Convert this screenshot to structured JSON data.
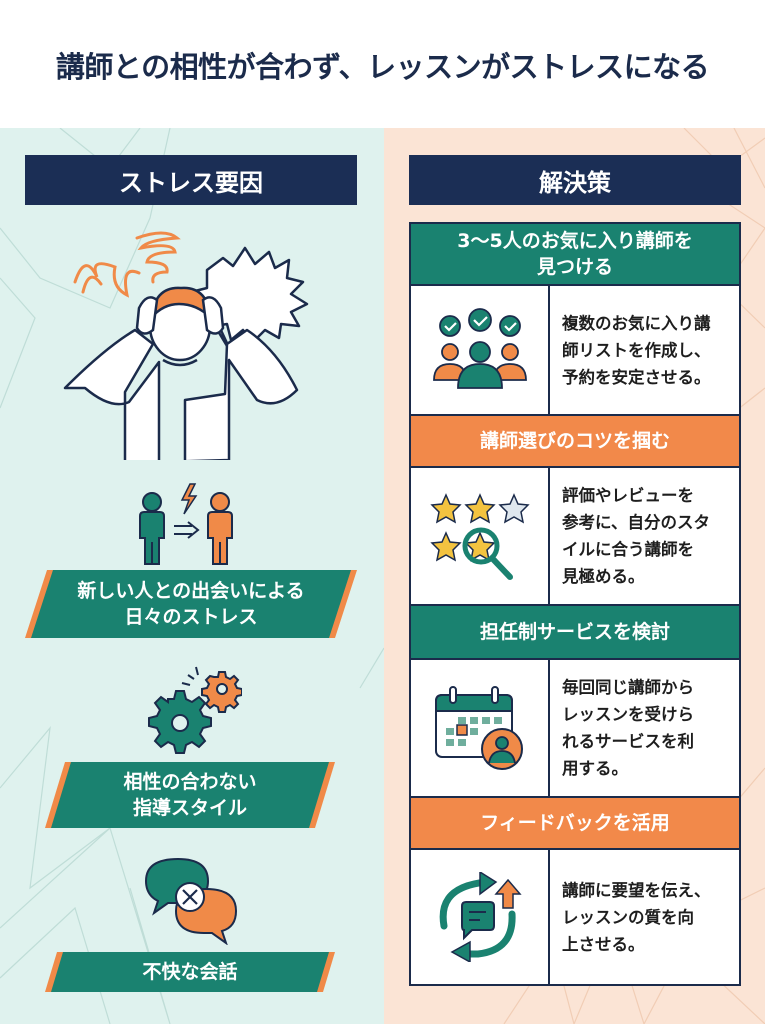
{
  "title": "講師との相性が合わず、レッスンがストレスになる",
  "colors": {
    "navy": "#1b2e55",
    "teal": "#1a8270",
    "orange": "#f2894a",
    "left_bg": "#dff2ee",
    "right_bg": "#fbe4d5"
  },
  "stress": {
    "header": "ストレス要因",
    "hero_icons": [
      "stressed-person-icon",
      "spiky-speech-bubble-icon",
      "scribble-icon"
    ],
    "items": [
      {
        "label_line1": "新しい人との出会いによる",
        "label_line2": "日々のストレス",
        "icon": "people-exchange-icon"
      },
      {
        "label_line1": "相性の合わない",
        "label_line2": "指導スタイル",
        "icon": "mismatched-gears-icon"
      },
      {
        "label_line1": "不快な会話",
        "icon": "conflict-chat-icon"
      }
    ]
  },
  "solutions": {
    "header": "解決策",
    "items": [
      {
        "title_line1": "3〜5人のお気に入り講師を",
        "title_line2": "見つける",
        "text": [
          "複数のお気に入り講",
          "師リストを作成し、",
          "予約を安定させる。"
        ],
        "icon": "group-approved-icon"
      },
      {
        "title_line1": "講師選びのコツを掴む",
        "text": [
          "評価やレビューを",
          "参考に、自分のスタ",
          "イルに合う講師を",
          "見極める。"
        ],
        "icon": "star-rating-search-icon"
      },
      {
        "title_line1": "担任制サービスを検討",
        "text": [
          "毎回同じ講師から",
          "レッスンを受けら",
          "れるサービスを利",
          "用する。"
        ],
        "icon": "calendar-person-icon"
      },
      {
        "title_line1": "フィードバックを活用",
        "text": [
          "講師に要望を伝え、",
          "レッスンの質を向",
          "上させる。"
        ],
        "icon": "feedback-cycle-icon"
      }
    ]
  }
}
